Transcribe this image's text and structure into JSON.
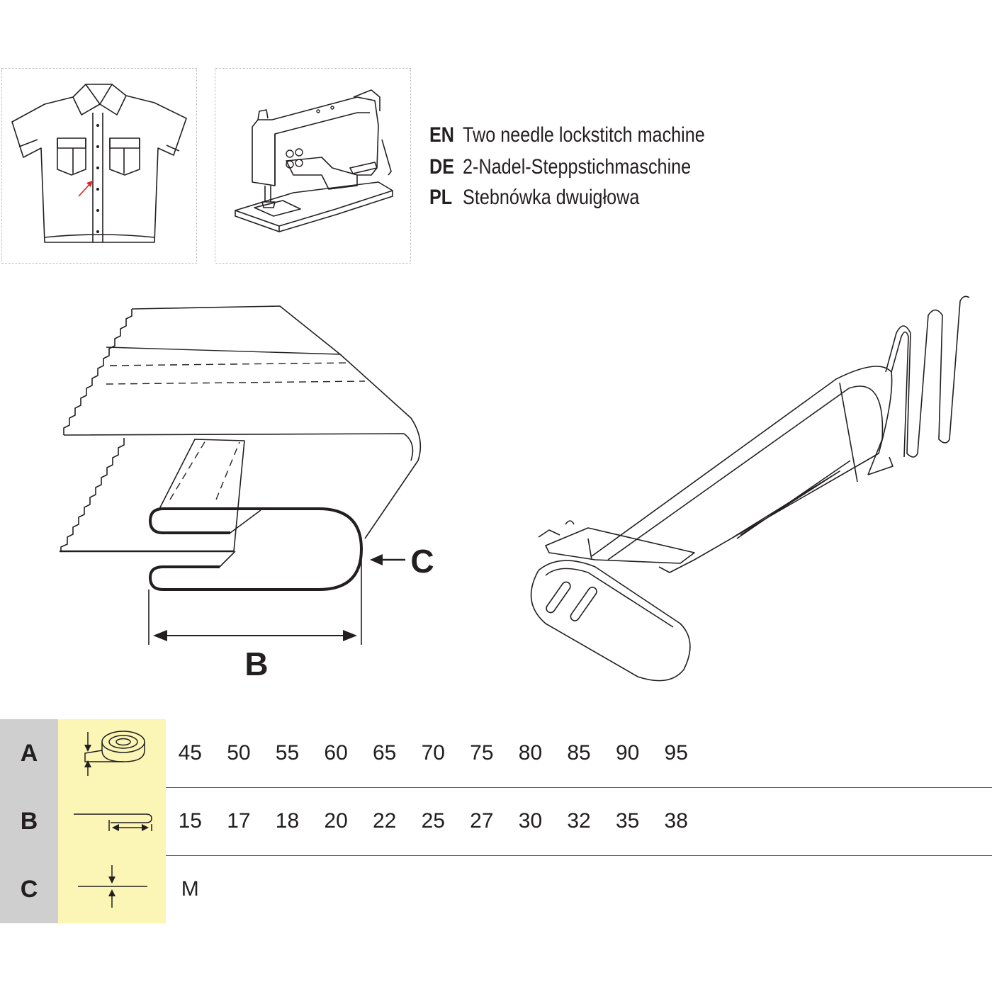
{
  "languages": [
    {
      "code": "EN",
      "text": "Two needle lockstitch machine"
    },
    {
      "code": "DE",
      "text": "2-Nadel-Steppstichmaschine"
    },
    {
      "code": "PL",
      "text": "Stebnówka dwuigłowa"
    }
  ],
  "diagram": {
    "label_b": "B",
    "label_c": "C"
  },
  "table": {
    "rows": [
      {
        "letter": "A",
        "icon": "tape-roll-width-icon",
        "values": [
          "45",
          "50",
          "55",
          "60",
          "65",
          "70",
          "75",
          "80",
          "85",
          "90",
          "95"
        ]
      },
      {
        "letter": "B",
        "icon": "fold-width-icon",
        "values": [
          "15",
          "17",
          "18",
          "20",
          "22",
          "25",
          "27",
          "30",
          "32",
          "35",
          "38"
        ]
      },
      {
        "letter": "C",
        "icon": "material-thickness-icon",
        "values": [
          "M"
        ]
      }
    ]
  },
  "colors": {
    "letter_bg": "#cfcfcf",
    "icon_bg": "#fbf6b5",
    "arrow_red": "#d9262c",
    "ink": "#231f20"
  }
}
